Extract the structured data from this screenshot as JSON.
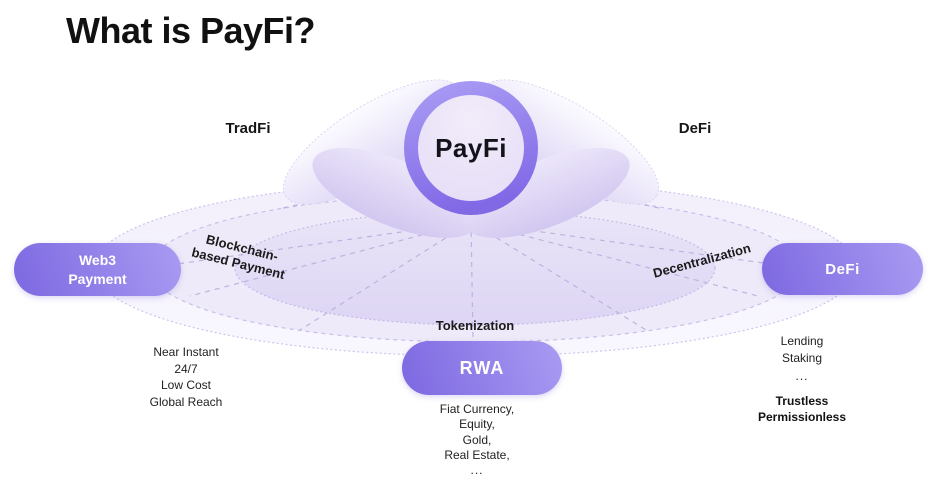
{
  "title": "What is PayFi?",
  "colors": {
    "accent_purple": "#8874e8",
    "pill_gradient_start": "#7d68e1",
    "pill_gradient_end": "#a99bf2",
    "ring_gradient_start": "#ab9ef5",
    "ring_gradient_end": "#8169e6",
    "ellipse_fill_outer": "#f4f1fc",
    "ellipse_fill_middle": "#edeaf9",
    "ellipse_fill_inner": "#e6e0f6",
    "dash_line": "#b9aedd",
    "text_black": "#161616",
    "pill_text": "#ffffff"
  },
  "diagram": {
    "center": {
      "label": "PayFi"
    },
    "regions": {
      "left": "TradFi",
      "right": "DeFi"
    },
    "ring_labels": {
      "left_line1": "Blockchain-",
      "left_line2": "based Payment",
      "right": "Decentralization",
      "bottom": "Tokenization"
    },
    "pills": {
      "web3": {
        "line1": "Web3",
        "line2": "Payment"
      },
      "rwa": {
        "label": "RWA"
      },
      "defi": {
        "label": "DeFi"
      }
    },
    "details": {
      "web3": {
        "l0": "Near Instant",
        "l1": "24/7",
        "l2": "Low Cost",
        "l3": "Global Reach"
      },
      "rwa": {
        "l0": "Fiat Currency,",
        "l1": "Equity,",
        "l2": "Gold,",
        "l3": "Real Estate,",
        "l4": "..."
      },
      "defi": {
        "l0": "Lending",
        "l1": "Staking",
        "l2": "...",
        "b0": "Trustless",
        "b1": "Permissionless"
      }
    }
  }
}
